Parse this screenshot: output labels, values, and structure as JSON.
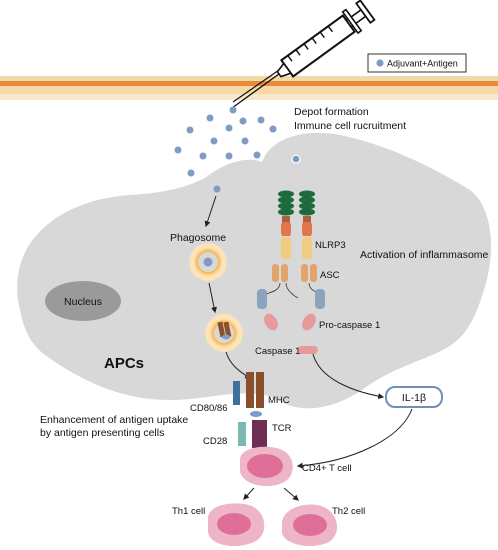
{
  "legend": {
    "label": "Adjuvant+Antigen",
    "dot_color": "#7f9dc4"
  },
  "labels": {
    "depot_line1": "Depot formation",
    "depot_line2": "Immune cell rucruitment",
    "phagosome": "Phagosome",
    "nucleus": "Nucleus",
    "apcs": "APCs",
    "nlrp3": "NLRP3",
    "activation": "Activation of inflammasome",
    "asc": "ASC",
    "pro_caspase": "Pro-caspase 1",
    "caspase": "Caspase 1",
    "il1b": "IL-1β",
    "mhc": "MHC",
    "cd80_86": "CD80/86",
    "tcr": "TCR",
    "cd28": "CD28",
    "enhancement_line1": "Enhancement of antigen uptake",
    "enhancement_line2": "by antigen presenting cells",
    "cd4_t_cell": "CD4+ T cell",
    "th1": "Th1 cell",
    "th2": "Th2 cell"
  },
  "colors": {
    "cell": "#d8d8d8",
    "nucleus": "#9a9a9a",
    "skin_top": "#f0c98f",
    "skin_band": "#e78a3a",
    "t_cell_outer": "#eeb5c6",
    "t_cell_inner": "#df6f98",
    "phagosome_glow": "#fbd89a",
    "phagosome_ring": "#f5a020",
    "nlrp3_green": "#1f6a3a",
    "nlrp3_orange": "#e0764a",
    "nlrp3_yellow": "#f0cc80",
    "asc": "#e2a46c",
    "procaspase_blue": "#8ca3bd",
    "procaspase_pink": "#e89a9a",
    "mhc": "#8b4f2a",
    "tcr": "#6f2f55",
    "cd80": "#3f6f9a",
    "cd28": "#7ab8b0",
    "il1b_border": "#6f8fb8"
  }
}
